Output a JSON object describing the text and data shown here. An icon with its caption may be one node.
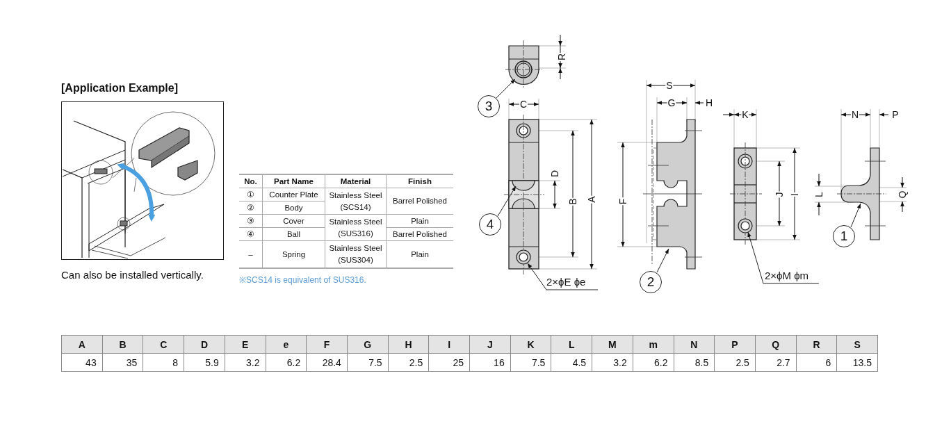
{
  "diagram": {
    "nodes": [
      {
        "text": [
          "[Application Example]"
        ],
        "beside": [
          "Can also be installed vertically."
        ]
      },
      {
        "text": [
          "3"
        ]
      },
      {
        "text": [],
        "shape": "picture"
      },
      {
        "text": [
          "4"
        ]
      },
      {
        "text": [],
        "shape": "picture"
      },
      {
        "text": [
          "2×ϕE ϕe"
        ]
      },
      {
        "text": [],
        "shape": "circle"
      },
      {
        "text": [
          "2"
        ]
      },
      {
        "text": [],
        "shape": "picture"
      },
      {
        "text": [
          "2×ϕM ϕm"
        ]
      },
      {
        "text": [],
        "shape": "circle"
      },
      {
        "text": [
          "1"
        ]
      },
      {
        "text": [],
        "shape": "picture"
      }
    ],
    "edges": [
      {
        "from": 1,
        "to": 2,
        "arrow": "to"
      },
      {
        "from": 3,
        "to": 4,
        "arrow": "to"
      },
      {
        "from": 5,
        "to": 6,
        "arrow": "to"
      },
      {
        "from": 7,
        "to": 8,
        "arrow": "to"
      },
      {
        "from": 9,
        "to": 10,
        "arrow": "to"
      },
      {
        "from": 11,
        "to": 12,
        "arrow": "to"
      }
    ],
    "labels": [
      "R",
      "S",
      "C",
      "G",
      "H",
      "K",
      "N",
      "P",
      "D",
      "B",
      "A",
      "F",
      "J",
      "I",
      "L",
      "Q",
      "No.",
      "Part Name",
      "Material",
      "Finish",
      "①",
      "Counter Plate",
      "Stainless Steel (SCS14)",
      "Barrel Polished",
      "②",
      "Body",
      "③",
      "Cover",
      "Stainless Steel (SUS316)",
      "Plain",
      "④",
      "Ball",
      "Barrel Polished",
      "–",
      "Spring",
      "Stainless Steel (SUS304)",
      "Plain",
      "※SCS14 is equivalent of SUS316.",
      "A",
      "B",
      "C",
      "D",
      "E",
      "e",
      "F",
      "G",
      "H",
      "I",
      "J",
      "K",
      "L",
      "M",
      "m",
      "N",
      "P",
      "Q",
      "R",
      "S",
      "43",
      "35",
      "8",
      "5.9",
      "3.2",
      "6.2",
      "28.4",
      "7.5",
      "2.5",
      "25",
      "16",
      "7.5",
      "4.5",
      "3.2",
      "6.2",
      "8.5",
      "2.5",
      "2.7",
      "6",
      "13.5"
    ]
  }
}
